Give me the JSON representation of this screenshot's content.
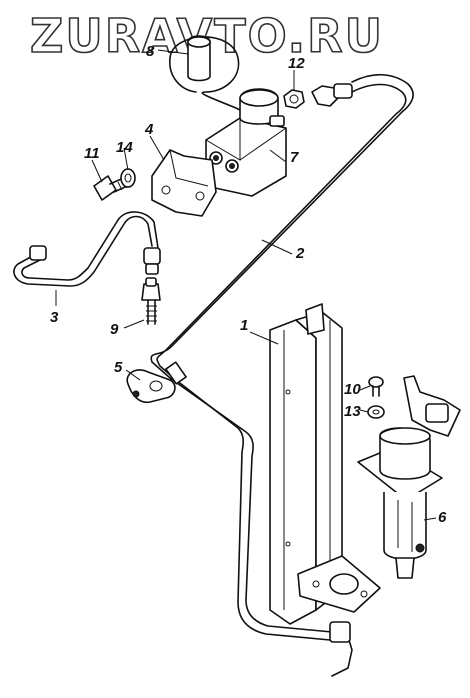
{
  "watermark": "ZURAVTO.RU",
  "callouts": {
    "c1": "1",
    "c2": "2",
    "c3": "3",
    "c4": "4",
    "c5": "5",
    "c6": "6",
    "c7": "7",
    "c8": "8",
    "c9": "9",
    "c10": "10",
    "c11": "11",
    "c12": "12",
    "c13": "13",
    "c14": "14"
  }
}
